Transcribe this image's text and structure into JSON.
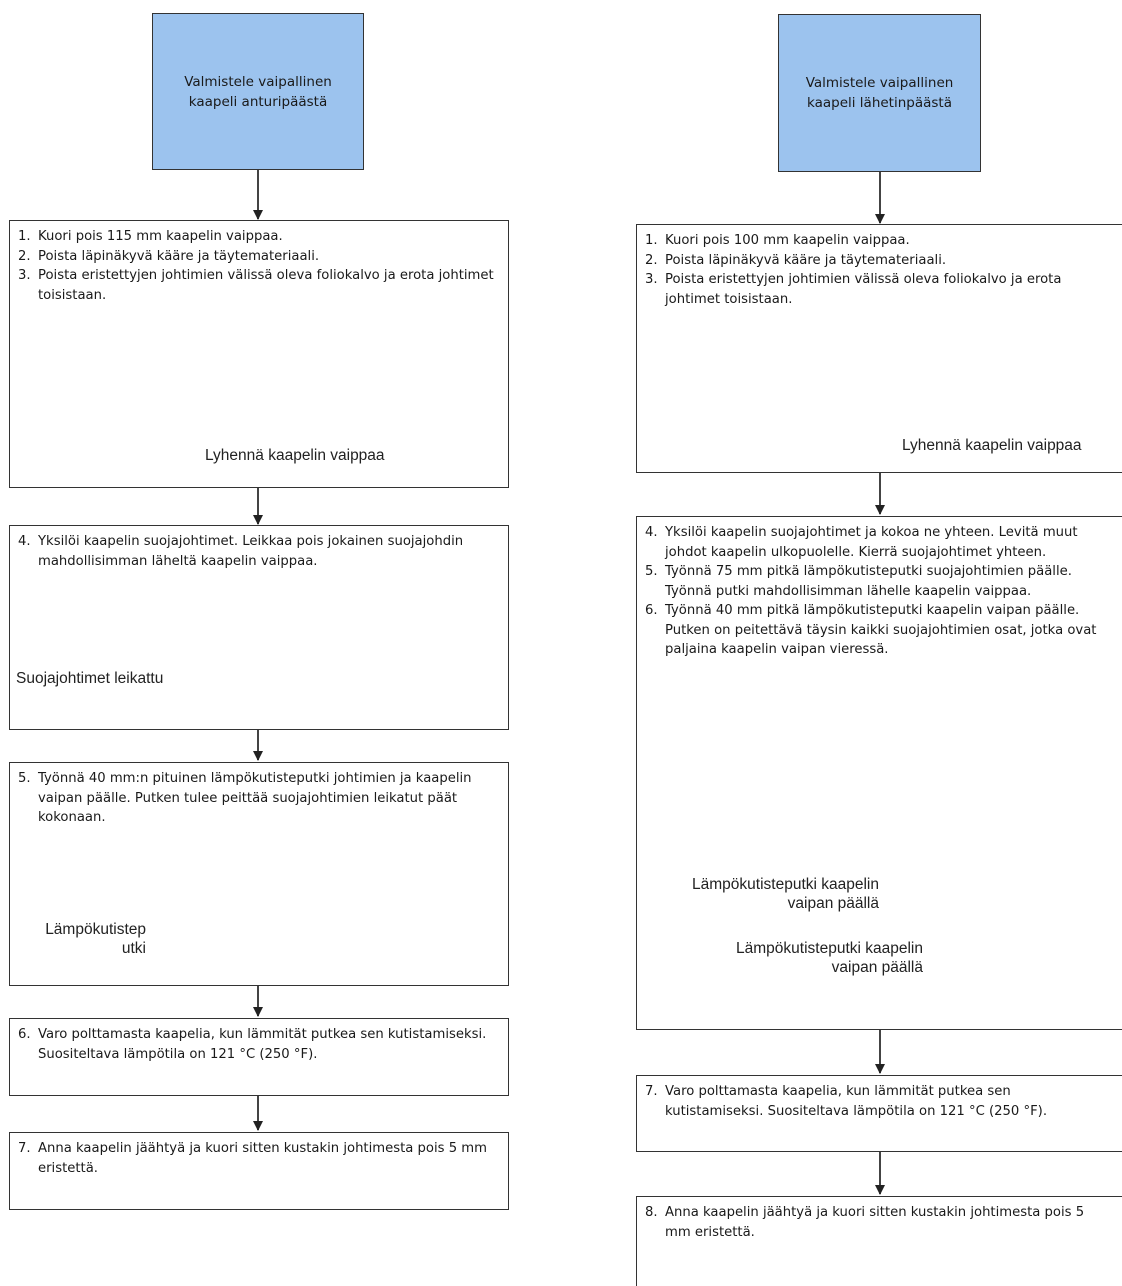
{
  "left": {
    "header": "Valmistele vaipallinen kaapeli anturipäästä",
    "box1": {
      "steps": [
        {
          "n": "1.",
          "text": "Kuori pois 115 mm kaapelin vaippaa."
        },
        {
          "n": "2.",
          "text": "Poista läpinäkyvä kääre ja täytemateriaali."
        },
        {
          "n": "3.",
          "text": "Poista eristettyjen johtimien välissä oleva foliokalvo ja erota johtimet toisistaan."
        }
      ],
      "label": "Lyhennä kaapelin vaippaa"
    },
    "box2": {
      "steps": [
        {
          "n": "4.",
          "text": "Yksilöi kaapelin suojajohtimet. Leikkaa pois jokainen suojajohdin mahdollisimman läheltä kaapelin vaippaa."
        }
      ],
      "label": "Suojajohtimet leikattu"
    },
    "box3": {
      "steps": [
        {
          "n": "5.",
          "text": "Työnnä 40 mm:n pituinen lämpökutisteputki johtimien ja kaapelin vaipan päälle. Putken tulee peittää suojajohtimien leikatut päät kokonaan."
        }
      ],
      "label_line1": "Lämpökutistep",
      "label_line2": "utki"
    },
    "box4": {
      "steps": [
        {
          "n": "6.",
          "text": "Varo polttamasta kaapelia, kun lämmität putkea sen kutistamiseksi. Suositeltava lämpötila on 121 °C (250 °F)."
        }
      ]
    },
    "box5": {
      "steps": [
        {
          "n": "7.",
          "text": "Anna kaapelin jäähtyä ja kuori sitten kustakin johtimesta pois 5 mm eristettä."
        }
      ]
    }
  },
  "right": {
    "header": "Valmistele vaipallinen kaapeli lähetinpäästä",
    "box1": {
      "steps": [
        {
          "n": "1.",
          "text": "Kuori pois 100 mm kaapelin vaippaa."
        },
        {
          "n": "2.",
          "text": "Poista läpinäkyvä kääre ja täytemateriaali."
        },
        {
          "n": "3.",
          "text": "Poista eristettyjen johtimien välissä oleva foliokalvo ja erota johtimet toisistaan."
        }
      ],
      "label": "Lyhennä kaapelin vaippaa"
    },
    "box2": {
      "steps": [
        {
          "n": "4.",
          "text": "Yksilöi kaapelin suojajohtimet ja kokoa ne yhteen. Levitä muut johdot kaapelin ulkopuolelle. Kierrä suojajohtimet yhteen."
        },
        {
          "n": "5.",
          "text": "Työnnä 75 mm pitkä lämpökutisteputki suojajohtimien päälle. Työnnä putki mahdollisimman lähelle kaapelin vaippaa."
        },
        {
          "n": "6.",
          "text": "Työnnä 40 mm pitkä lämpökutisteputki kaapelin vaipan päälle. Putken on peitettävä täysin kaikki suojajohtimien osat, jotka ovat paljaina kaapelin vaipan vieressä."
        }
      ],
      "label1_line1": "Lämpökutisteputki kaapelin",
      "label1_line2": "vaipan päällä",
      "label2_line1": "Lämpökutisteputki kaapelin",
      "label2_line2": "vaipan päällä"
    },
    "box3": {
      "steps": [
        {
          "n": "7.",
          "text": "Varo polttamasta kaapelia, kun lämmität putkea sen kutistamiseksi. Suositeltava lämpötila on 121 °C (250 °F)."
        }
      ]
    },
    "box4": {
      "steps": [
        {
          "n": "8.",
          "text": "Anna kaapelin jäähtyä ja kuori sitten kustakin johtimesta pois 5 mm eristettä."
        }
      ]
    }
  }
}
